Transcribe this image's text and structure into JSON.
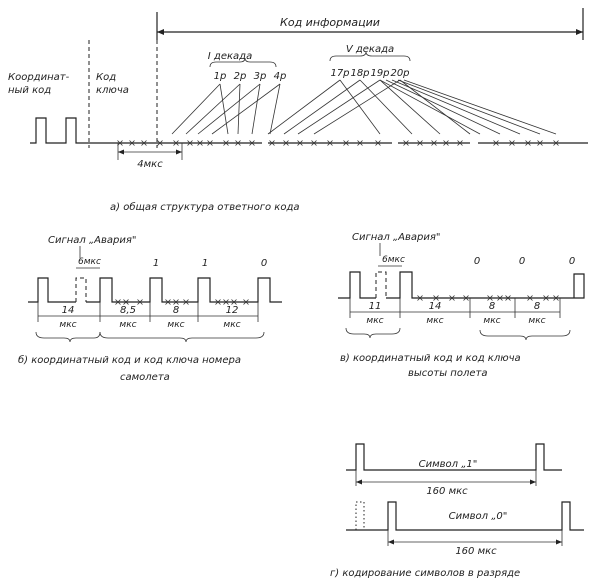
{
  "a": {
    "header": "Код информации",
    "coord_label_1": "Координат-",
    "coord_label_2": "ный код",
    "key_label_1": "Код",
    "key_label_2": "ключа",
    "group1": "I декада",
    "group5": "V декада",
    "pulses_g1": [
      "1р",
      "2р",
      "3р",
      "4р"
    ],
    "pulses_g5": [
      "17р",
      "18р",
      "19р",
      "20р"
    ],
    "spacing": "4мкс",
    "caption": "а) общая структура ответного кода"
  },
  "b": {
    "signal": "Сигнал „Авария\"",
    "gap": "6мкс",
    "bits": [
      "1",
      "1",
      "0"
    ],
    "dims": [
      "14",
      "8,5",
      "8",
      "12"
    ],
    "unit": "мкс",
    "caption_1": "б) координатный код и код ключа номера",
    "caption_2": "самолета"
  },
  "c": {
    "signal": "Сигнал „Авария\"",
    "gap": "6мкс",
    "bits": [
      "0",
      "0",
      "0"
    ],
    "dims": [
      "11",
      "14",
      "8",
      "8"
    ],
    "unit": "мкс",
    "caption_1": "в) координатный код и код ключа",
    "caption_2": "высоты полета"
  },
  "d": {
    "symbol_1": "Символ „1\"",
    "symbol_0": "Символ „0\"",
    "period": "160 мкс",
    "caption": "г) кодирование символов в разряде"
  }
}
